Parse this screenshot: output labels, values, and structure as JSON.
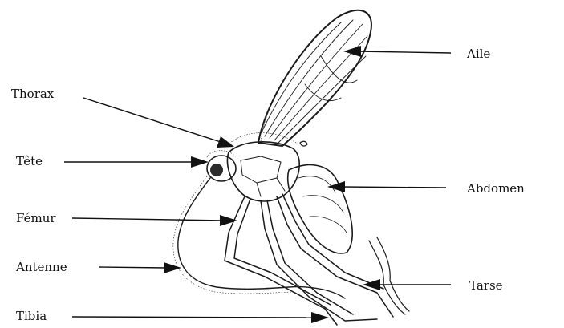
{
  "diagram": {
    "labels": {
      "aile": "Aile",
      "thorax": "Thorax",
      "tete": "Tête",
      "abdomen": "Abdomen",
      "femur": "Fémur",
      "antenne": "Antenne",
      "tarse": "Tarse",
      "tibia": "Tibia"
    }
  }
}
